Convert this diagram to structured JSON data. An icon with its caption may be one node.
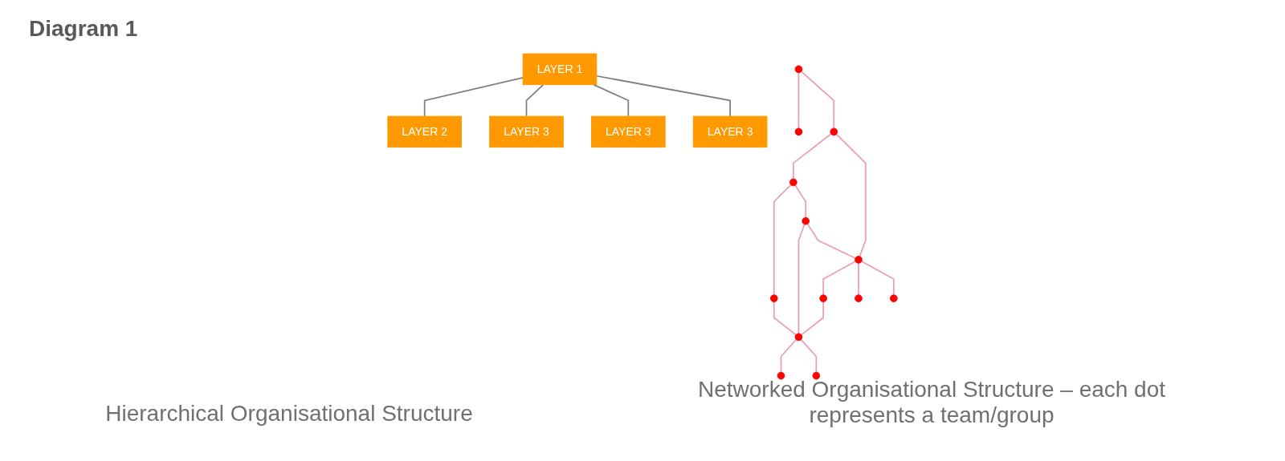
{
  "diagram": {
    "title": "Diagram 1",
    "nodes": [
      {
        "text": [
          "LAYER 1"
        ]
      },
      {
        "text": [
          "LAYER 2"
        ]
      },
      {
        "text": [
          "LAYER 3"
        ]
      },
      {
        "text": [
          "LAYER 3"
        ]
      },
      {
        "text": [
          "LAYER 3"
        ]
      },
      {
        "text": [],
        "shape": "circle"
      },
      {
        "text": [],
        "shape": "circle"
      },
      {
        "text": [],
        "shape": "circle"
      },
      {
        "text": [],
        "shape": "circle"
      },
      {
        "text": [],
        "shape": "circle"
      },
      {
        "text": [],
        "shape": "circle"
      },
      {
        "text": [],
        "shape": "circle"
      },
      {
        "text": [],
        "shape": "circle"
      },
      {
        "text": [],
        "shape": "circle"
      },
      {
        "text": [],
        "shape": "circle"
      },
      {
        "text": [],
        "shape": "circle"
      },
      {
        "text": [],
        "shape": "circle"
      },
      {
        "text": [],
        "shape": "circle"
      }
    ],
    "edges": [
      {
        "from": 0,
        "to": 1,
        "arrow": "none",
        "color": "#7f7f7f"
      },
      {
        "from": 0,
        "to": 2,
        "arrow": "none",
        "color": "#7f7f7f"
      },
      {
        "from": 0,
        "to": 3,
        "arrow": "none",
        "color": "#7f7f7f"
      },
      {
        "from": 0,
        "to": 4,
        "arrow": "none",
        "color": "#7f7f7f"
      },
      {
        "from": 5,
        "to": 6,
        "arrow": "none"
      },
      {
        "from": 5,
        "to": 7,
        "arrow": "none"
      },
      {
        "from": 7,
        "to": 10,
        "arrow": "none"
      },
      {
        "from": 7,
        "to": 9,
        "arrow": "none"
      },
      {
        "from": 10,
        "to": 13,
        "arrow": "none"
      },
      {
        "from": 10,
        "to": 12,
        "arrow": "none"
      },
      {
        "from": 13,
        "to": 15,
        "arrow": "none"
      },
      {
        "from": 12,
        "to": 15,
        "arrow": "none"
      },
      {
        "from": 12,
        "to": 9,
        "arrow": "none"
      },
      {
        "from": 9,
        "to": 14,
        "arrow": "none"
      },
      {
        "from": 14,
        "to": 15,
        "arrow": "none"
      },
      {
        "from": 15,
        "to": 16,
        "arrow": "none"
      },
      {
        "from": 15,
        "to": 17,
        "arrow": "none"
      },
      {
        "from": 9,
        "to": 8,
        "arrow": "none"
      },
      {
        "from": 9,
        "to": 11,
        "arrow": "none"
      }
    ],
    "labels": [
      "Hierarchical Organisational Structure",
      "Networked Organisational Structure – each dot represents a team/group"
    ]
  }
}
